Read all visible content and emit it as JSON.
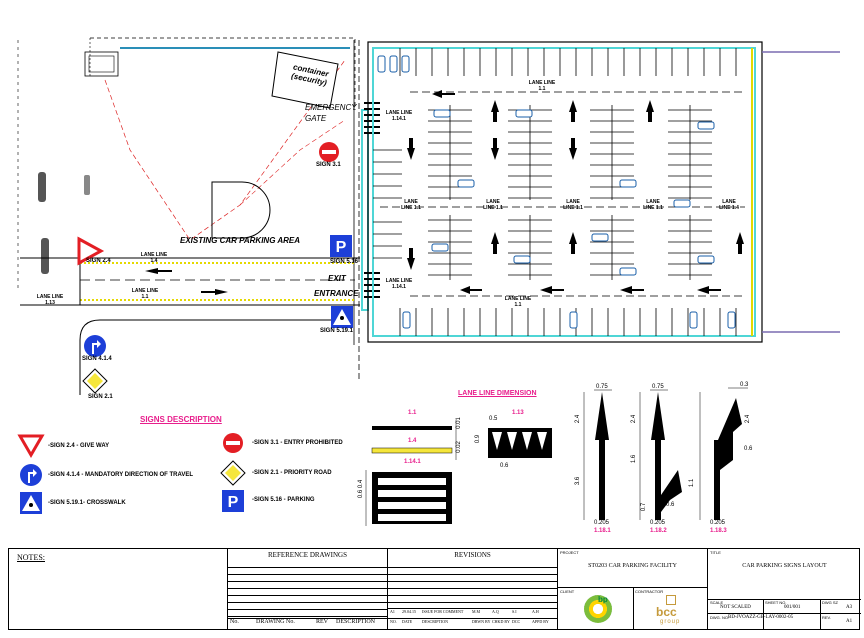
{
  "site": {
    "container_label": "container (security)",
    "emergency_gate": "EMERGENCY GATE",
    "existing_parking": "EXISTING CAR PARKING AREA",
    "exit": "EXIT",
    "entrance": "ENTRANCE",
    "lane_line_1_1": "LANE LINE 1.1",
    "lane_line_1_4": "LANE LINE 1.4",
    "lane_line_1_13": "LANE LINE 1.13",
    "lane_line_1_14_1": "LANE LINE 1.14.1",
    "sign_3_1": "SIGN 3.1",
    "sign_2_4": "SIGN 2.4",
    "sign_5_16": "SIGN 5.16",
    "sign_5_19_1": "SIGN 5.19.1",
    "sign_4_1_4": "SIGN 4.1.4",
    "sign_2_1": "SIGN 2.1",
    "parking_symbol": "P"
  },
  "signs_description": {
    "title": "SIGNS DESCRIPTION",
    "items": [
      "-SIGN 2.4 - GIVE WAY",
      "-SIGN 4.1.4 - MANDATORY DIRECTION OF TRAVEL",
      "-SIGN 5.19.1- CROSSWALK",
      "-SIGN 3.1 - ENTRY PROHIBITED",
      "-SIGN 2.1 - PRIORITY ROAD",
      "-SIGN 5.16 - PARKING"
    ]
  },
  "lane_dimension": {
    "title": "LANE LINE DIMENSION",
    "l11": "1.1",
    "l14": "1.4",
    "l113": "1.13",
    "l1141": "1.14.1",
    "arrows": [
      "1.18.1",
      "1.18.2",
      "1.18.3"
    ],
    "dims": {
      "d001": "0.01",
      "d002": "0.02",
      "d05": "0.5",
      "d09": "0.9",
      "d06": "0.6",
      "d075": "0.75",
      "d24": "2.4",
      "d36": "3.6",
      "d0205": "0.205",
      "d16": "1.6",
      "d07": "0.7",
      "d03": "0.3",
      "d11": "1.1",
      "d0604": "0.6 0.4"
    }
  },
  "title_block": {
    "notes": "NOTES:",
    "reference_drawings": "REFERENCE DRAWINGS",
    "revisions": "REVISIONS",
    "project_label": "PROJECT",
    "project": "ST0203 CAR PARKING FACILITY",
    "client_label": "CLIENT",
    "contractor_label": "CONTRACTOR",
    "title_label": "TITLE",
    "title": "CAR PARKING SIGNS LAYOUT",
    "scale_label": "SCALE",
    "scale": "NOT SCALED",
    "sheet_label": "SHEET NO.",
    "sheet": "001/001",
    "size_label": "DWG SZ",
    "size": "A3",
    "dwg_label": "DWG. NO.",
    "dwg_no": "BD-JVOAZZ-GE-LAY-0002-05",
    "rev_label": "REV.",
    "rev": "A1",
    "ref_cols": [
      "No.",
      "DRAWING No.",
      "REV",
      "DESCRIPTION"
    ],
    "rev_cols": [
      "NO.",
      "DATE",
      "DESCRIPTION",
      "DRWN BY",
      "CHKD BY",
      "DCC",
      "APPD BY"
    ],
    "rev_row": [
      "A1",
      "29.04.15",
      "ISSUE FOR COMMENT",
      "M.M",
      "A.Q",
      "S.I",
      "A.H"
    ],
    "bp": "bp",
    "bcc": "bcc",
    "group": "group"
  },
  "colors": {
    "pink": "#e81e8c",
    "red": "#e31e24",
    "blue": "#1d3fd8",
    "yellow": "#f5e63b",
    "cyan": "#4fd6d6"
  }
}
